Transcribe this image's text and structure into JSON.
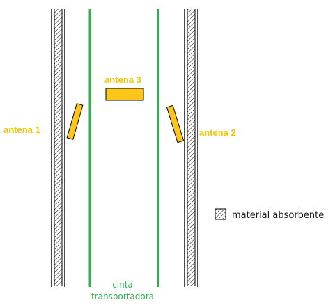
{
  "colors": {
    "antenna": "#ffc61a",
    "antenna_label": "#f5c200",
    "belt": "#2fb04f",
    "belt_label": "#2fb04f",
    "wall": "#000000",
    "text": "#1a1a1a"
  },
  "labels": {
    "antenna1": "antena 1",
    "antenna2": "antena 2",
    "antenna3": "antena 3",
    "belt_line1": "cinta",
    "belt_line2": "transportadora"
  },
  "legend": {
    "label": "material absorbente",
    "swatch_icon": "hatched-square-icon"
  }
}
